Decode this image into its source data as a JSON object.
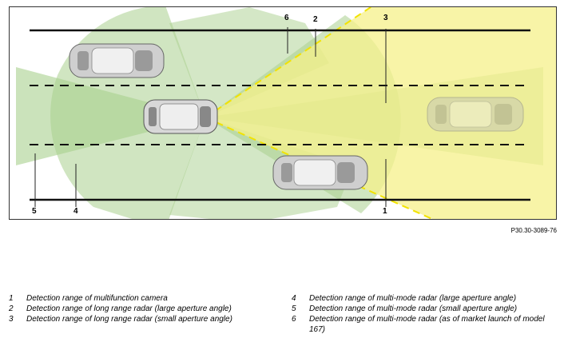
{
  "callouts": [
    {
      "number": "1"
    },
    {
      "number": "2"
    },
    {
      "number": "3"
    },
    {
      "number": "4"
    },
    {
      "number": "5"
    },
    {
      "number": "6"
    }
  ],
  "figure_code": "P30.30-3089-76",
  "legend": [
    {
      "number": "1",
      "text": "Detection range of multifunction camera"
    },
    {
      "number": "2",
      "text": "Detection range of long range radar (large aperture angle)"
    },
    {
      "number": "3",
      "text": "Detection range of long range radar (small aperture angle)"
    },
    {
      "number": "4",
      "text": "Detection range of multi-mode radar (large aperture angle)"
    },
    {
      "number": "5",
      "text": "Detection range of multi-mode radar (small aperture angle)"
    },
    {
      "number": "6",
      "text": "Detection range of multi-mode radar (as of market launch of model 167)"
    }
  ],
  "colors": {
    "green_zone": "#a9d08e",
    "yellow_zone": "#f6f08a",
    "yellow_dash": "#f2e300",
    "road_line": "#111111",
    "car_silver": "#d8d8d8"
  }
}
